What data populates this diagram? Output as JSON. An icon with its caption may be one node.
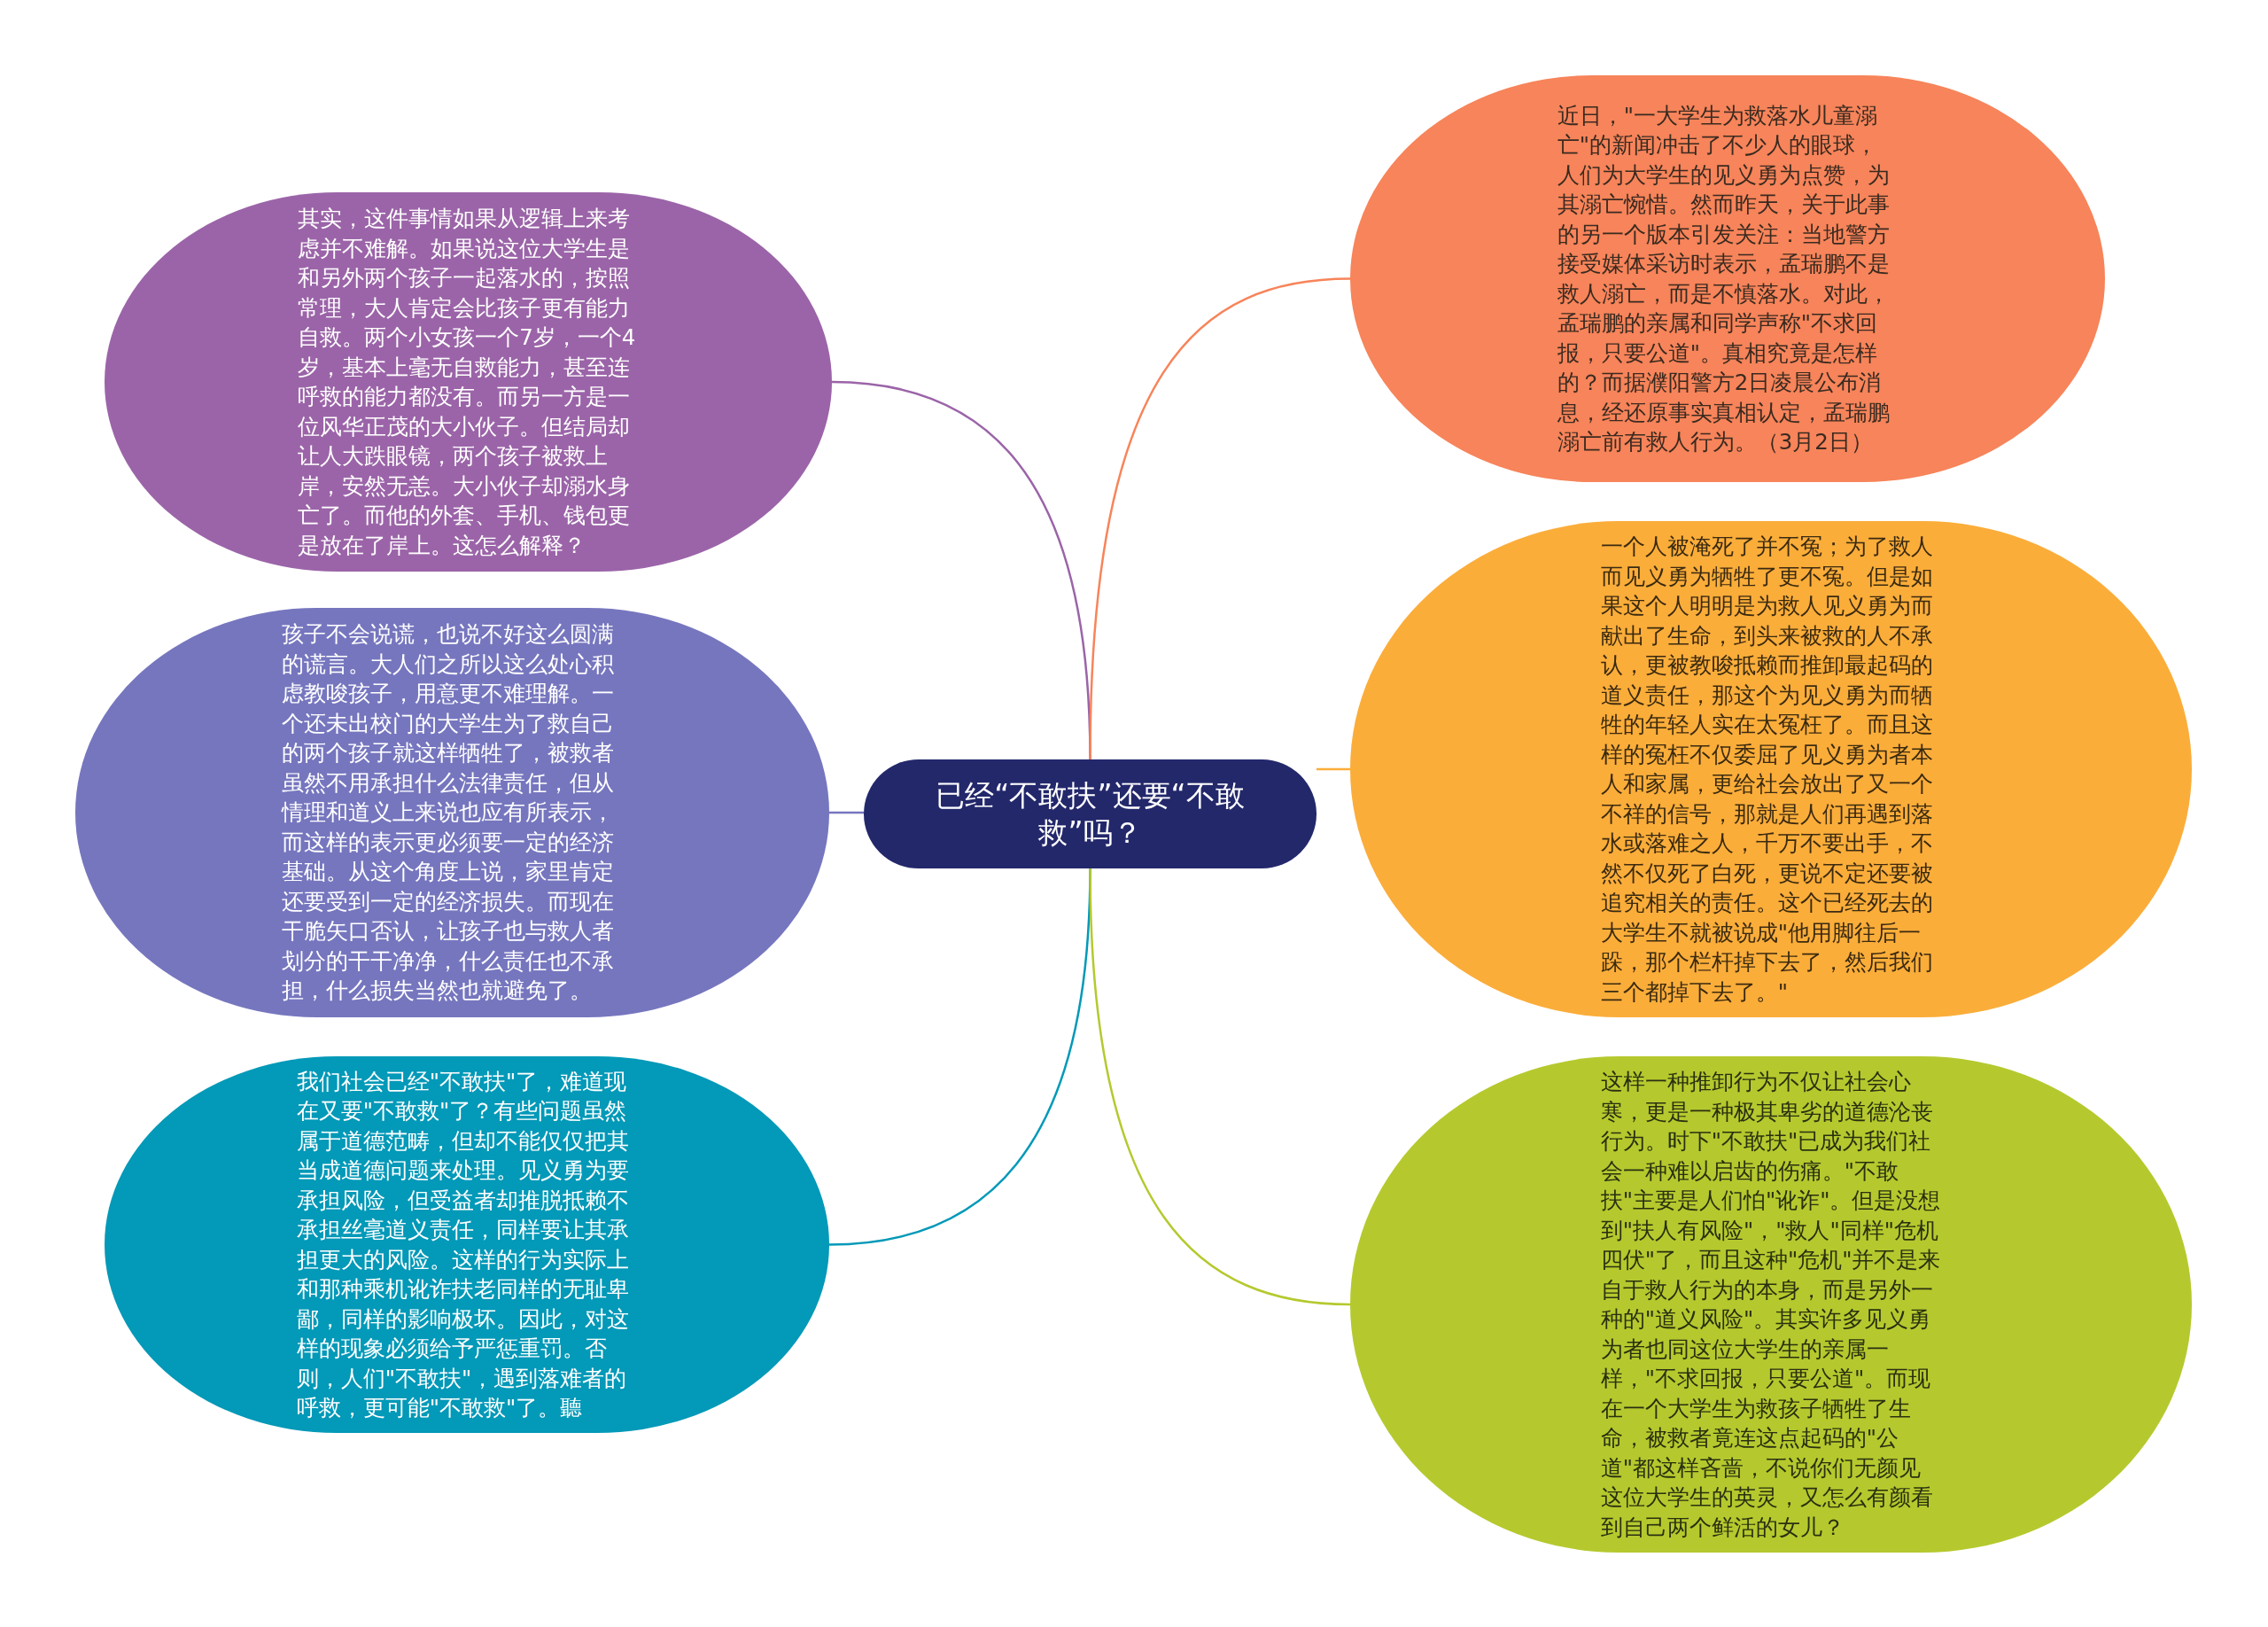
{
  "diagram": {
    "nodes": [
      {
        "text": [
          "已经“不敢扶”还要“不敢救”吗？"
        ]
      },
      {
        "text": [
          "其实，这件事情如果从逻辑上来考虑并不难解。如果说这位大学生是和另外两个孩子一起落水的，按照常理，大人肯定会比孩子更有能力自救。两个小女孩一个7岁，一个4岁，基本上毫无自救能力，甚至连呼救的能力都没有。而另一方是一位风华正茂的大小伙子。但结局却让人大跌眼镜，两个孩子被救上岸，安然无恙。大小伙子却溺水身亡了。而他的外套、手机、钱包更是放在了岸上。这怎么解释？"
        ]
      },
      {
        "text": [
          "孩子不会说谎，也说不好这么圆满的谎言。大人们之所以这么处心积虑教唆孩子，用意更不难理解。一个还未出校门的大学生为了救自己的两个孩子就这样牺牲了，被救者虽然不用承担什么法律责任，但从情理和道义上来说也应有所表示，而这样的表示更必须要一定的经济基础。从这个角度上说，家里肯定还要受到一定的经济损失。而现在干脆矢口否认，让孩子也与救人者划分的干干净净，什么责任也不承担，什么损失当然也就避免了。"
        ]
      },
      {
        "text": [
          "我们社会已经\"不敢扶\"了，难道现在又要\"不敢救\"了？有些问题虽然属于道德范畴，但却不能仅仅把其当成道德问题来处理。见义勇为要承担风险，但受益者却推脱抵赖不承担丝毫道义责任，同样要让其承担更大的风险。这样的行为实际上和那种乘机讹诈扶老同样的无耻卑鄙，同样的影响极坏。因此，对这样的现象必须给予严惩重罚。否则，人们\"不敢扶\"，遇到落难者的呼救，更可能\"不敢救\"了。聽"
        ]
      },
      {
        "text": [
          "近日，\"一大学生为救落水儿童溺亡\"的新闻冲击了不少人的眼球，人们为大学生的见义勇为点赞，为其溺亡惋惜。然而昨天，关于此事的另一个版本引发关注：当地警方接受媒体采访时表示，孟瑞鹏不是救人溺亡，而是不慎落水。对此，孟瑞鹏的亲属和同学声称\"不求回报，只要公道\"。真相究竟是怎样的？而据濮阳警方2日凌晨公布消息，经还原事实真相认定，孟瑞鹏溺亡前有救人行为。（3月2日）"
        ]
      },
      {
        "text": [
          "一个人被淹死了并不冤；为了救人而见义勇为牺牲了更不冤。但是如果这个人明明是为救人见义勇为而献出了生命，到头来被救的人不承认，更被教唆抵赖而推卸最起码的道义责任，那这个为见义勇为而牺牲的年轻人实在太冤枉了。而且这样的冤枉不仅委屈了见义勇为者本人和家属，更给社会放出了又一个不祥的信号，那就是人们再遇到落水或落难之人，千万不要出手，不然不仅死了白死，更说不定还要被追究相关的责任。这个已经死去的大学生不就被说成\"他用脚往后一跺，那个栏杆掉下去了，然后我们三个都掉下去了。\""
        ]
      },
      {
        "text": [
          "这样一种推卸行为不仅让社会心寒，更是一种极其卑劣的道德沦丧行为。时下\"不敢扶\"已成为我们社会一种难以启齿的伤痛。\"不敢扶\"主要是人们怕\"讹诈\"。但是没想到\"扶人有风险\"，\"救人\"同样\"危机四伏\"了，而且这种\"危机\"并不是来自于救人行为的本身，而是另外一种的\"道义风险\"。其实许多见义勇为者也同这位大学生的亲属一样，\"不求回报，只要公道\"。而现在一个大学生为救孩子牺牲了生命，被救者竟连这点起码的\"公道\"都这样吝啬，不说你们无颜见这位大学生的英灵，又怎么有颜看到自己两个鲜活的女儿？"
        ]
      }
    ],
    "edges": [
      {
        "from": 0,
        "to": 1,
        "arrow": "none",
        "color": "#9b64a8"
      },
      {
        "from": 0,
        "to": 2,
        "arrow": "none",
        "color": "#7676bf"
      },
      {
        "from": 0,
        "to": 3,
        "arrow": "none",
        "color": "#0399b8"
      },
      {
        "from": 0,
        "to": 4,
        "arrow": "none",
        "color": "#f7845a"
      },
      {
        "from": 0,
        "to": 5,
        "arrow": "none",
        "color": "#fbad3a"
      },
      {
        "from": 0,
        "to": 6,
        "arrow": "none",
        "color": "#b5c92e"
      }
    ]
  }
}
